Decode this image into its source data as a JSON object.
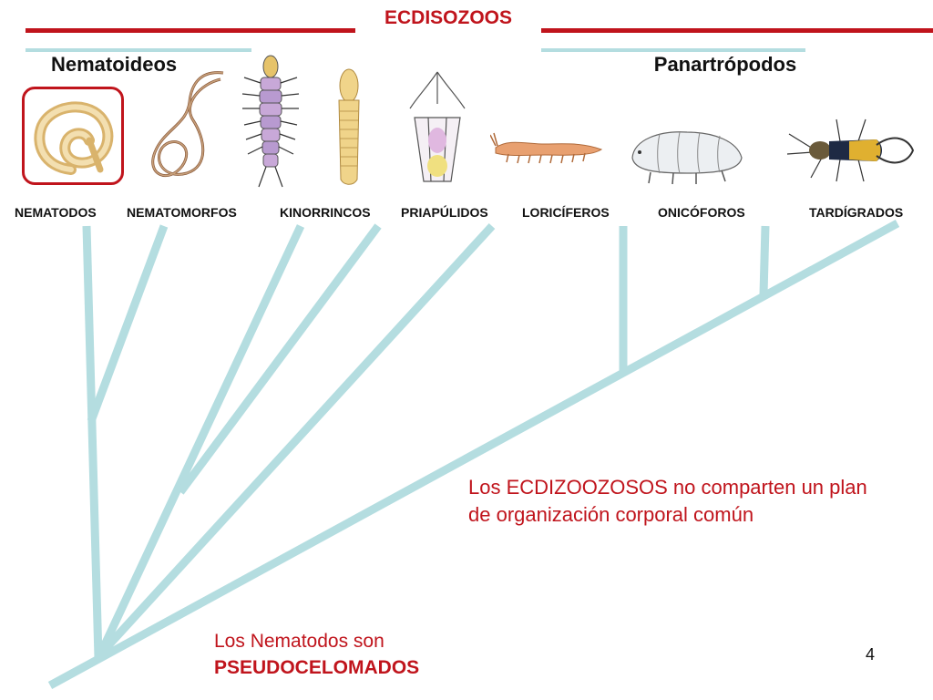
{
  "header": {
    "title": "ECDISOZOOS"
  },
  "groups": {
    "left_label": "Nematoideos",
    "right_label": "Panartrópodos"
  },
  "taxa": [
    {
      "label": "NEMATODOS",
      "icon": "nematode-icon"
    },
    {
      "label": "NEMATOMORFOS",
      "icon": "horsehair-worm-icon"
    },
    {
      "label": "KINORRINCOS",
      "icon": "kinorhynch-icon"
    },
    {
      "label": "PRIAPÚLIDOS",
      "icon": "priapulid-icon"
    },
    {
      "label": "LORICÍFEROS",
      "icon": "loricifer-icon"
    },
    {
      "label": "ONICÓFOROS",
      "icon": "velvet-worm-icon"
    },
    {
      "label": "TARDÍGRADOS",
      "icon": "tardigrade-icon"
    },
    {
      "label": "",
      "icon": "insect-icon"
    }
  ],
  "notes": {
    "body_plan": "Los ECDIZOOZOSOS no comparten un plan de organización corporal común",
    "nematodes_prefix": "Los Nematodos son",
    "nematodes_bold": "PSEUDOCELOMADOS"
  },
  "page_number": "4",
  "colors": {
    "accent": "#c0141c",
    "tree": "#b4dde0"
  }
}
